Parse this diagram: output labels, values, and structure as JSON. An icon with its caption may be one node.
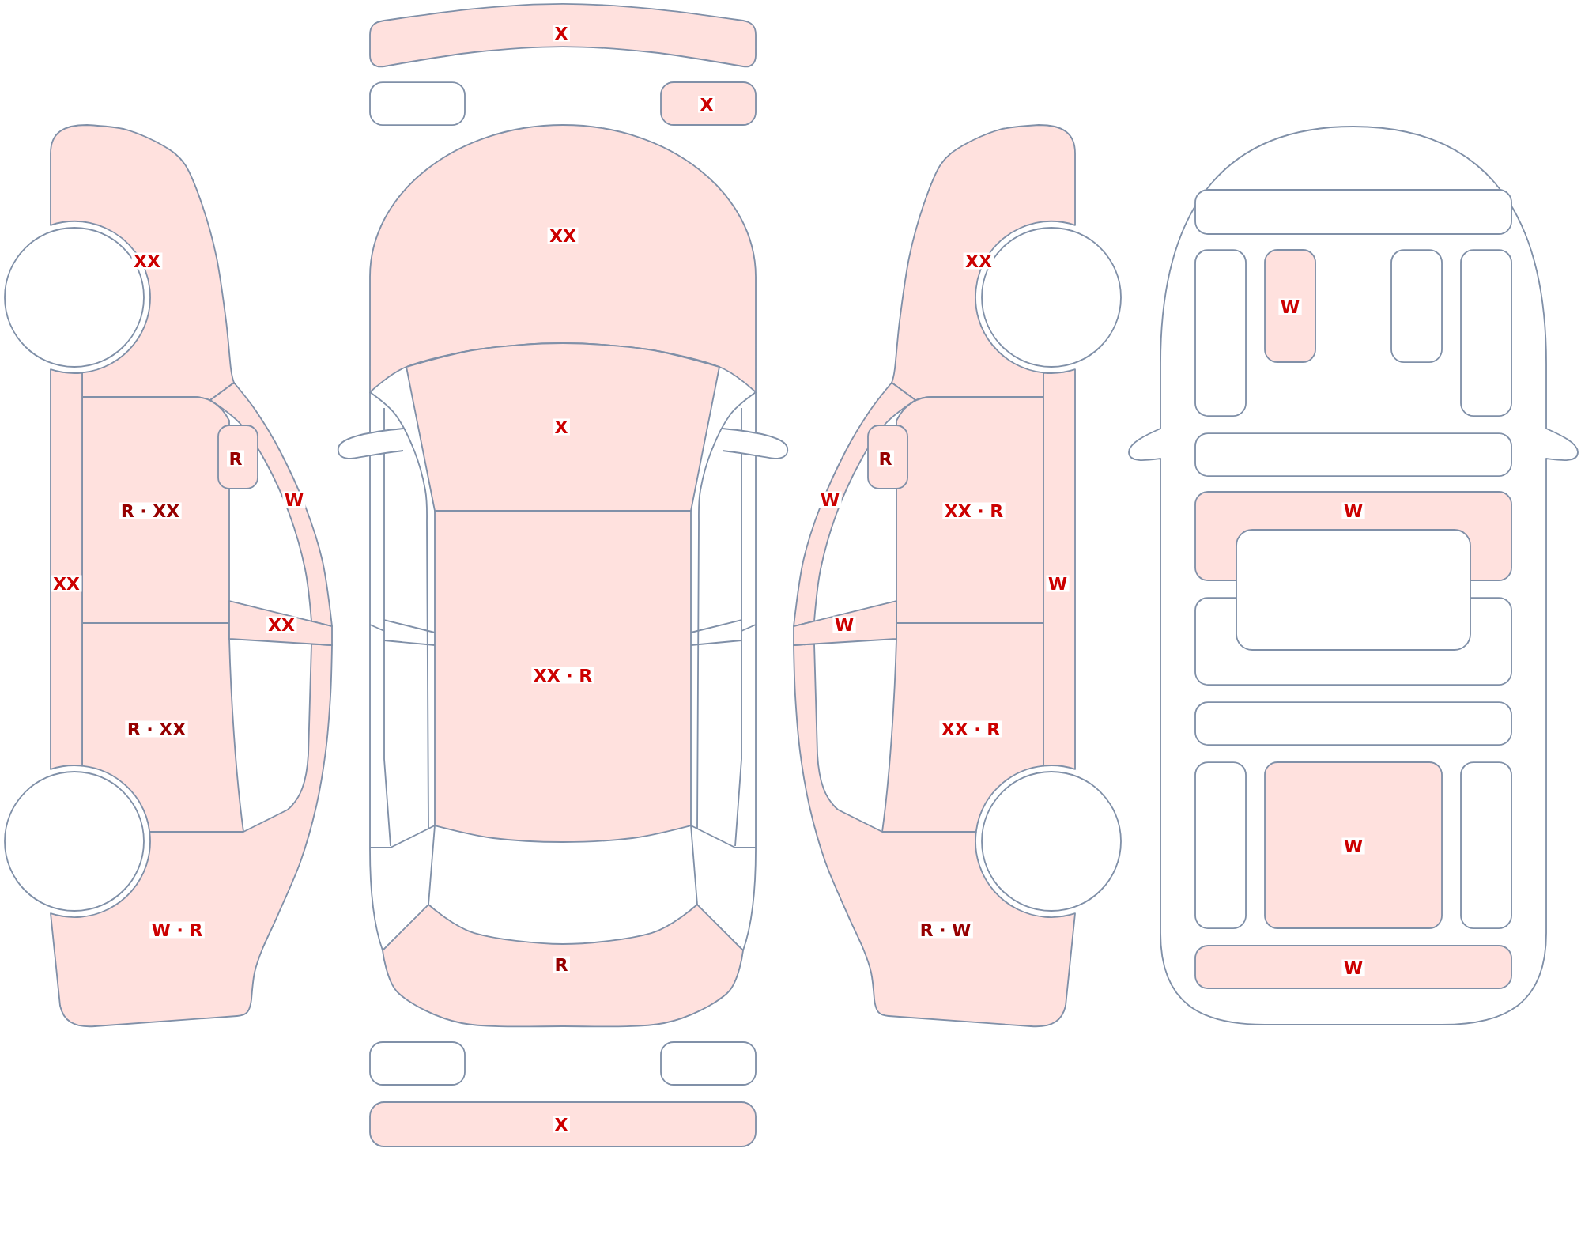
{
  "diagram": {
    "nodes": [
      {
        "text": [
          "XX"
        ]
      },
      {
        "text": [
          "R"
        ]
      },
      {
        "text": [
          "W"
        ]
      },
      {
        "text": [
          "R · XX"
        ]
      },
      {
        "text": [
          "XX"
        ]
      },
      {
        "text": [
          "XX"
        ]
      },
      {
        "text": [
          "R · XX"
        ]
      },
      {
        "text": [
          "W · R"
        ]
      },
      {
        "text": [
          "X"
        ]
      },
      {
        "text": [],
        "shape": "box"
      },
      {
        "text": [
          "X"
        ]
      },
      {
        "text": [
          "XX"
        ]
      },
      {
        "text": [
          "X"
        ]
      },
      {
        "text": [
          "XX · R"
        ]
      },
      {
        "text": [
          "R"
        ]
      },
      {
        "text": [],
        "shape": "box"
      },
      {
        "text": [],
        "shape": "box"
      },
      {
        "text": [
          "X"
        ]
      },
      {
        "text": [
          "XX"
        ]
      },
      {
        "text": [
          "R"
        ]
      },
      {
        "text": [
          "W"
        ]
      },
      {
        "text": [
          "XX · R"
        ]
      },
      {
        "text": [
          "W"
        ]
      },
      {
        "text": [
          "W"
        ]
      },
      {
        "text": [
          "XX · R"
        ]
      },
      {
        "text": [
          "R · W"
        ]
      },
      {
        "text": [],
        "shape": "box"
      },
      {
        "text": [],
        "shape": "box"
      },
      {
        "text": [
          "W"
        ]
      },
      {
        "text": [],
        "shape": "box"
      },
      {
        "text": [],
        "shape": "box"
      },
      {
        "text": [],
        "shape": "box"
      },
      {
        "text": [
          "W"
        ]
      },
      {
        "text": [],
        "shape": "box"
      },
      {
        "text": [],
        "shape": "box"
      },
      {
        "text": [],
        "shape": "box"
      },
      {
        "text": [],
        "shape": "box"
      },
      {
        "text": [
          "W"
        ]
      },
      {
        "text": [],
        "shape": "box"
      },
      {
        "text": [
          "W"
        ]
      },
      {
        "text": [],
        "shape": "circle"
      },
      {
        "text": [],
        "shape": "circle"
      },
      {
        "text": [],
        "shape": "circle"
      },
      {
        "text": [],
        "shape": "circle"
      }
    ]
  }
}
